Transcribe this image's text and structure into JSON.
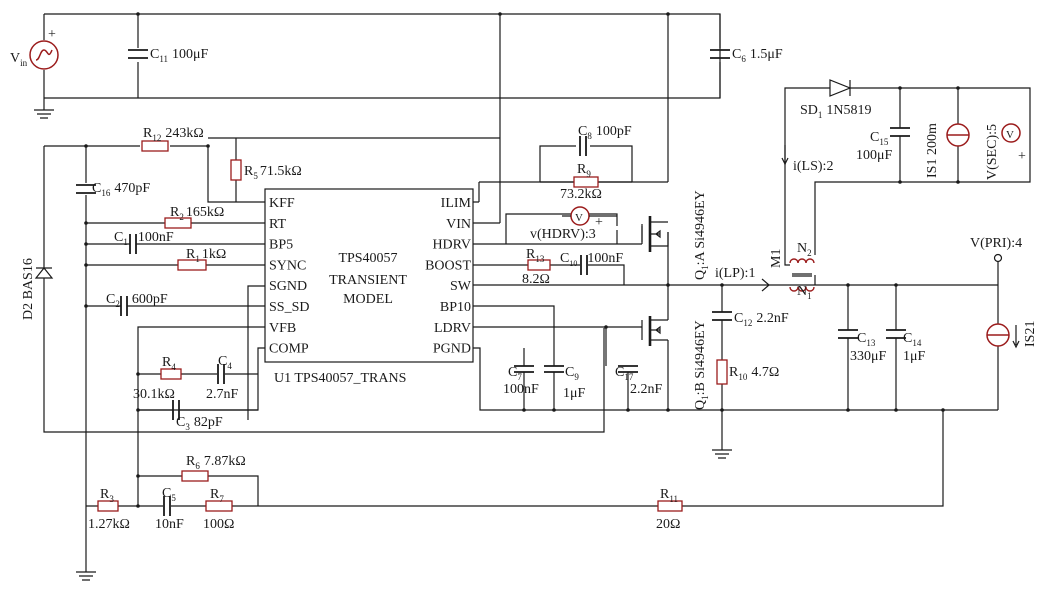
{
  "source": {
    "vin": "V",
    "vin_sub": "in",
    "plus": "+"
  },
  "capacitors": {
    "c11": {
      "name": "C",
      "sub": "11",
      "value": "100μF"
    },
    "c6": {
      "name": "C",
      "sub": "6",
      "value": "1.5μF"
    },
    "c16": {
      "name": "C",
      "sub": "16",
      "value": "470pF"
    },
    "c1": {
      "name": "C",
      "sub": "1",
      "value": "100nF"
    },
    "c2": {
      "name": "C",
      "sub": "2",
      "value": "600pF"
    },
    "c4": {
      "name": "C",
      "sub": "4",
      "value": "2.7nF"
    },
    "c3": {
      "name": "C",
      "sub": "3",
      "value": "82pF"
    },
    "c5": {
      "name": "C",
      "sub": "5",
      "value": "10nF"
    },
    "c8": {
      "name": "C",
      "sub": "8",
      "value": "100pF"
    },
    "c10": {
      "name": "C",
      "sub": "10",
      "value": "100nF"
    },
    "c7": {
      "name": "C",
      "sub": "7",
      "value": "100nF"
    },
    "c9": {
      "name": "C",
      "sub": "9",
      "value": "1μF"
    },
    "c17": {
      "name": "C",
      "sub": "17",
      "value": "2.2nF"
    },
    "c12": {
      "name": "C",
      "sub": "12",
      "value": "2.2nF"
    },
    "c13": {
      "name": "C",
      "sub": "13",
      "value": "330μF"
    },
    "c14": {
      "name": "C",
      "sub": "14",
      "value": "1μF"
    },
    "c15": {
      "name": "C",
      "sub": "15",
      "value": "100μF"
    }
  },
  "resistors": {
    "r12": {
      "name": "R",
      "sub": "12",
      "value": "243kΩ"
    },
    "r5": {
      "name": "R",
      "sub": "5",
      "value": "71.5kΩ"
    },
    "r2": {
      "name": "R",
      "sub": "2",
      "value": "165kΩ"
    },
    "r1": {
      "name": "R",
      "sub": "1",
      "value": "1kΩ"
    },
    "r4": {
      "name": "R",
      "sub": "4",
      "value": "30.1kΩ"
    },
    "r6": {
      "name": "R",
      "sub": "6",
      "value": "7.87kΩ"
    },
    "r3": {
      "name": "R",
      "sub": "3",
      "value": "1.27kΩ"
    },
    "r7": {
      "name": "R",
      "sub": "7",
      "value": "100Ω"
    },
    "r9": {
      "name": "R",
      "sub": "9",
      "value": "73.2kΩ"
    },
    "r13": {
      "name": "R",
      "sub": "13",
      "value": "8.2Ω"
    },
    "r10": {
      "name": "R",
      "sub": "10",
      "value": "4.7Ω"
    },
    "r11": {
      "name": "R",
      "sub": "11",
      "value": "20Ω"
    }
  },
  "chip": {
    "title_line1": "TPS40057",
    "title_line2": "TRANSIENT",
    "title_line3": "MODEL",
    "label": "U1 TPS40057_TRANS",
    "left_pins": [
      "KFF",
      "RT",
      "BP5",
      "SYNC",
      "SGND",
      "SS_SD",
      "VFB",
      "COMP"
    ],
    "right_pins": [
      "ILIM",
      "VIN",
      "HDRV",
      "BOOST",
      "SW",
      "BP10",
      "LDRV",
      "PGND"
    ]
  },
  "diodes": {
    "d2": "D2 BAS16",
    "sd1_name": "SD",
    "sd1_sub": "1",
    "sd1_value": "1N5819"
  },
  "transistors": {
    "q1a": "Q",
    "q1a_sub": "1",
    "q1a_suffix": ":A Si4946EY",
    "q1b": "Q",
    "q1b_sub": "1",
    "q1b_suffix": ":B Si4946EY"
  },
  "transformer": {
    "m1": "M1",
    "n2": "N",
    "n2_sub": "2",
    "n1": "N",
    "n1_sub": "1"
  },
  "probes": {
    "v_hdrv": "v(HDRV):3",
    "v_pri": "V(PRI):4",
    "v_sec": "V(SEC):5",
    "i_ls": "i(LS):2",
    "i_lp": "i(LP):1",
    "meter_symbol": "V",
    "plus": "+"
  },
  "current_sources": {
    "is1": "IS1 200m",
    "is21": "IS21"
  }
}
